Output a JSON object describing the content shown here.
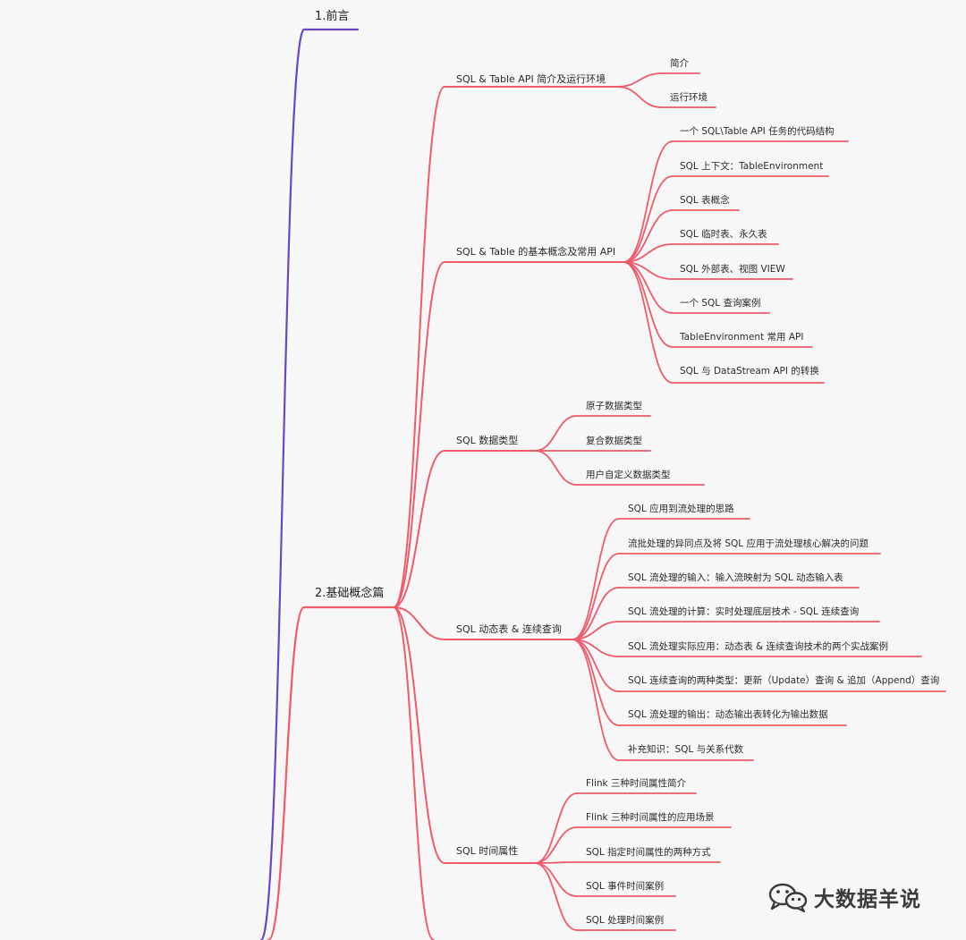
{
  "colors": {
    "purple": "#6b45c8",
    "red": "#f05a6a",
    "label": "#2b2b2b"
  },
  "mindmap": {
    "sections": [
      {
        "label": "1.前言"
      },
      {
        "label": "2.基础概念篇"
      }
    ],
    "groups": [
      {
        "label": "SQL & Table API 简介及运行环境",
        "items": [
          "简介",
          "运行环境"
        ]
      },
      {
        "label": "SQL & Table 的基本概念及常用 API",
        "items": [
          "一个 SQL\\Table API 任务的代码结构",
          "SQL 上下文：TableEnvironment",
          "SQL 表概念",
          "SQL 临时表、永久表",
          "SQL 外部表、视图 VIEW",
          "一个 SQL 查询案例",
          "TableEnvironment 常用 API",
          "SQL 与 DataStream API 的转换"
        ]
      },
      {
        "label": "SQL 数据类型",
        "items": [
          "原子数据类型",
          "复合数据类型",
          "用户自定义数据类型"
        ]
      },
      {
        "label": "SQL 动态表 & 连续查询",
        "items": [
          "SQL 应用到流处理的思路",
          "流批处理的异同点及将 SQL 应用于流处理核心解决的问题",
          "SQL 流处理的输入：输入流映射为 SQL 动态输入表",
          "SQL 流处理的计算：实时处理底层技术 - SQL 连续查询",
          "SQL 流处理实际应用：动态表 & 连续查询技术的两个实战案例",
          "SQL 连续查询的两种类型：更新（Update）查询 & 追加（Append）查询",
          "SQL 流处理的输出：动态输出表转化为输出数据",
          "补充知识：SQL 与关系代数"
        ]
      },
      {
        "label": "SQL 时间属性",
        "items": [
          "Flink 三种时间属性简介",
          "Flink 三种时间属性的应用场景",
          "SQL 指定时间属性的两种方式",
          "SQL 事件时间案例",
          "SQL 处理时间案例"
        ]
      }
    ]
  },
  "watermark": {
    "text": "大数据羊说",
    "icon": "wechat-icon"
  }
}
